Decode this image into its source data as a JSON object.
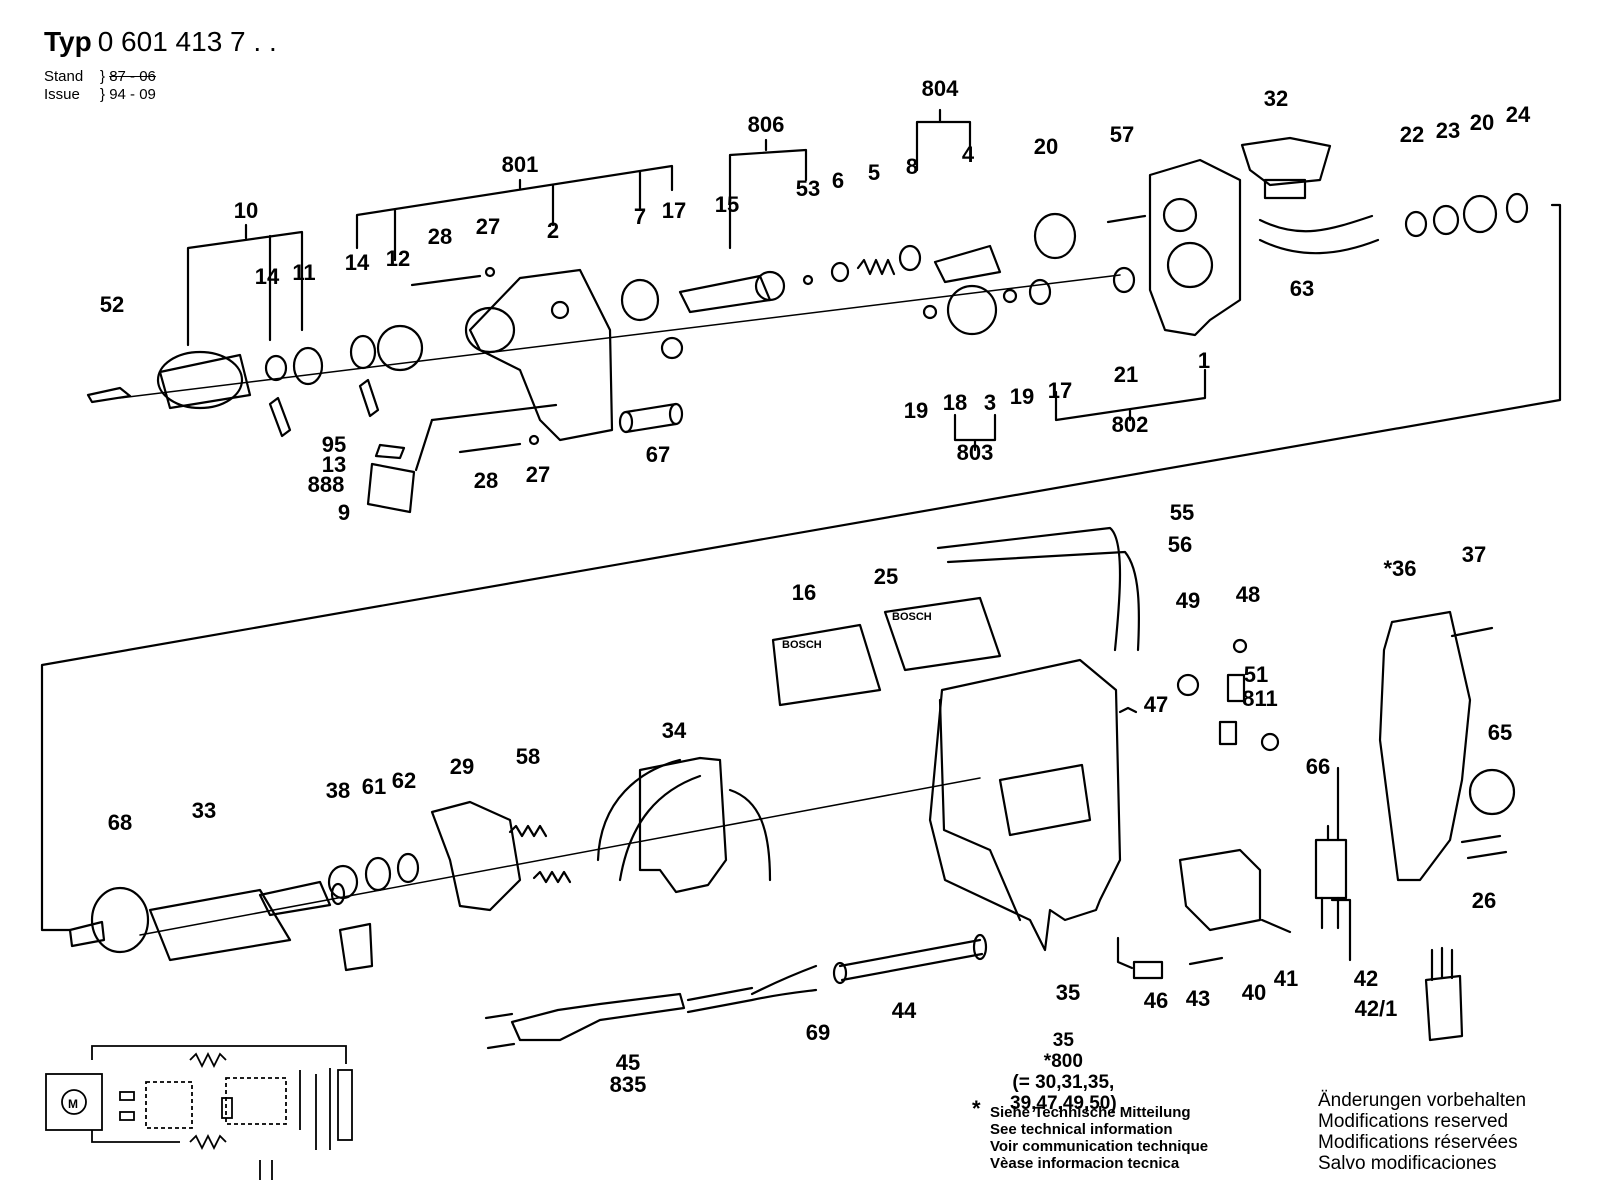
{
  "header": {
    "typ_label": "Typ",
    "typ_number": "0 601 413 7 . .",
    "stand_label": "Stand",
    "stand_value": "87 - 06",
    "issue_label": "Issue",
    "issue_value": "94 - 09"
  },
  "parts": [
    "10",
    "14",
    "11",
    "52",
    "801",
    "14",
    "12",
    "28",
    "27",
    "2",
    "7",
    "17",
    "806",
    "15",
    "53",
    "6",
    "5",
    "804",
    "8",
    "4",
    "20",
    "57",
    "32",
    "22",
    "23",
    "20",
    "24",
    "63",
    "19",
    "18",
    "3",
    "19",
    "17",
    "21",
    "1",
    "802",
    "803",
    "95",
    "13",
    "888",
    "9",
    "28",
    "27",
    "67",
    "55",
    "56",
    "16",
    "25",
    "49",
    "48",
    "*36",
    "37",
    "51",
    "811",
    "47",
    "65",
    "66",
    "34",
    "58",
    "29",
    "38",
    "61",
    "62",
    "33",
    "68",
    "35",
    "46",
    "43",
    "40",
    "41",
    "42",
    "42/1",
    "26",
    "44",
    "69",
    "45",
    "835"
  ],
  "set_note": {
    "line1": "35",
    "line2": "*800",
    "line3": "(= 30,31,35,",
    "line4": "39,47,49,50)"
  },
  "technical_note": {
    "star": "*",
    "de": "Siehe Technische Mitteilung",
    "en": "See technical information",
    "fr": "Voir communication technique",
    "es": "Vèase informacion tecnica"
  },
  "modifications": {
    "de": "Änderungen vorbehalten",
    "en": "Modifications reserved",
    "fr": "Modifications réservées",
    "es": "Salvo modificaciones"
  },
  "bosch_labels": [
    "BOSCH",
    "BOSCH"
  ],
  "wiring_motor_label": "M"
}
